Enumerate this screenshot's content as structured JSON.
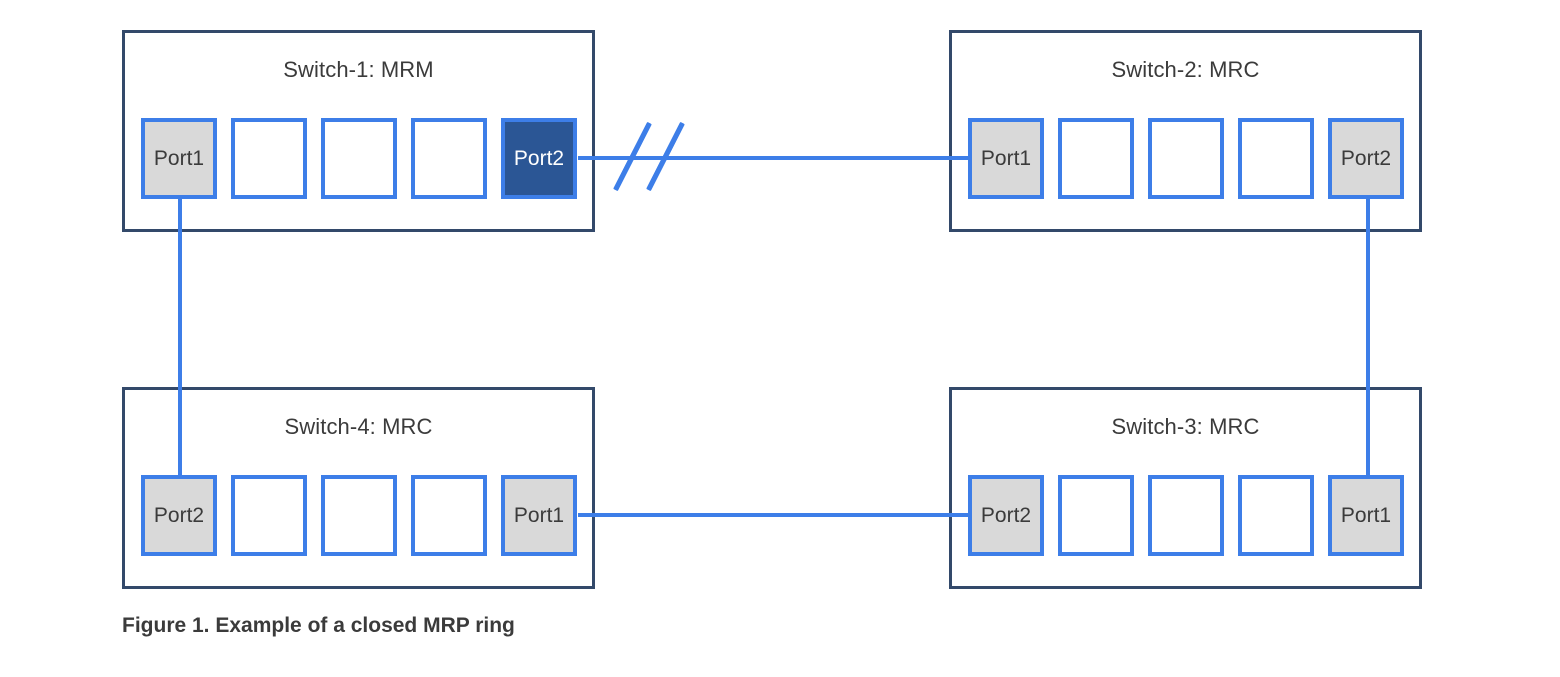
{
  "figure": {
    "caption": "Figure 1. Example of a closed MRP ring",
    "background_color": "#ffffff"
  },
  "colors": {
    "chassis_border": "#33496a",
    "port_border": "#3d7ee8",
    "port_active_fill": "#d9d9d9",
    "port_blocked_fill": "#2b5695",
    "link_line": "#3d7ee8",
    "text": "#3b3b3b",
    "blocked_text": "#ffffff"
  },
  "switches": [
    {
      "id": "switch-1",
      "title": "Switch-1: MRM",
      "ports": [
        {
          "label": "Port1",
          "state": "active"
        },
        {
          "label": "",
          "state": "empty"
        },
        {
          "label": "",
          "state": "empty"
        },
        {
          "label": "",
          "state": "empty"
        },
        {
          "label": "Port2",
          "state": "blocked"
        }
      ]
    },
    {
      "id": "switch-2",
      "title": "Switch-2: MRC",
      "ports": [
        {
          "label": "Port1",
          "state": "active"
        },
        {
          "label": "",
          "state": "empty"
        },
        {
          "label": "",
          "state": "empty"
        },
        {
          "label": "",
          "state": "empty"
        },
        {
          "label": "Port2",
          "state": "active"
        }
      ]
    },
    {
      "id": "switch-4",
      "title": "Switch-4: MRC",
      "ports": [
        {
          "label": "Port2",
          "state": "active"
        },
        {
          "label": "",
          "state": "empty"
        },
        {
          "label": "",
          "state": "empty"
        },
        {
          "label": "",
          "state": "empty"
        },
        {
          "label": "Port1",
          "state": "active"
        }
      ]
    },
    {
      "id": "switch-3",
      "title": "Switch-3: MRC",
      "ports": [
        {
          "label": "Port2",
          "state": "active"
        },
        {
          "label": "",
          "state": "empty"
        },
        {
          "label": "",
          "state": "empty"
        },
        {
          "label": "",
          "state": "empty"
        },
        {
          "label": "Port1",
          "state": "active"
        }
      ]
    }
  ],
  "links": [
    {
      "id": "link-top",
      "from": "switch-1.Port2",
      "to": "switch-2.Port1",
      "blocked": true
    },
    {
      "id": "link-right",
      "from": "switch-2.Port2",
      "to": "switch-3.Port1",
      "blocked": false
    },
    {
      "id": "link-bottom",
      "from": "switch-3.Port2",
      "to": "switch-4.Port1",
      "blocked": false
    },
    {
      "id": "link-left",
      "from": "switch-4.Port2",
      "to": "switch-1.Port1",
      "blocked": false
    }
  ]
}
